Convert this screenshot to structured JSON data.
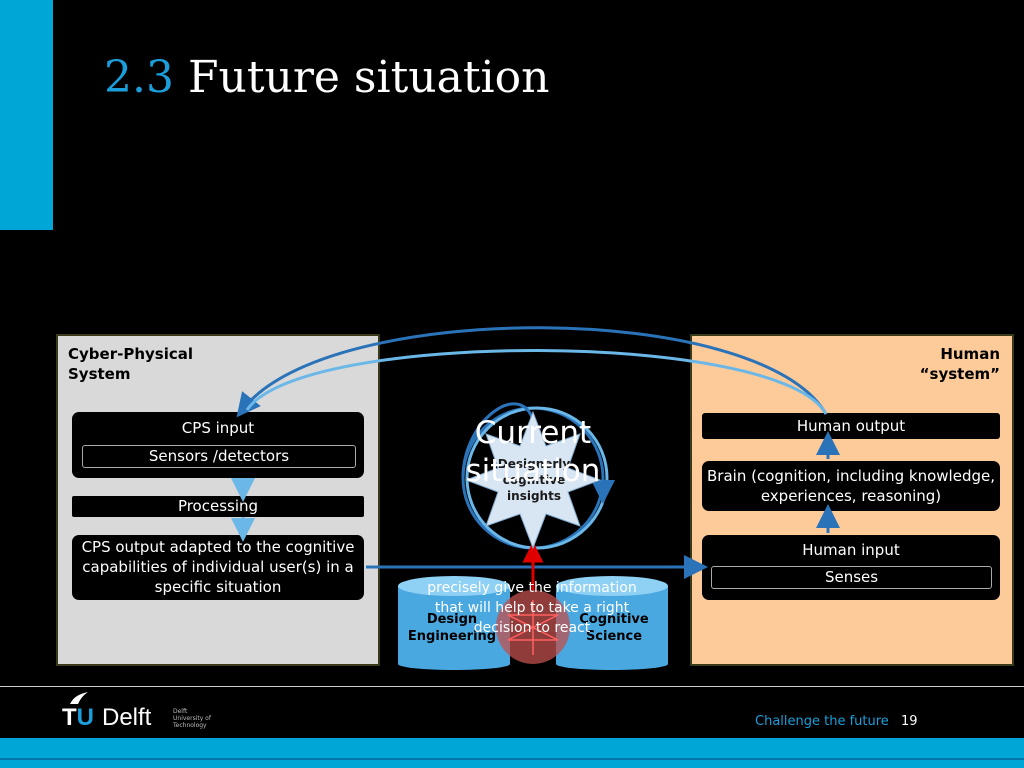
{
  "slide": {
    "number_prefix": "2.3",
    "title": "Future situation",
    "page_number": "19",
    "footer": "Challenge the future"
  },
  "left_panel": {
    "title_line1": "Cyber-Physical",
    "title_line2": "System",
    "cps_input": "CPS input",
    "sensors": "Sensors /detectors",
    "processing": "Processing",
    "cps_output": "CPS output adapted to the cognitive capabilities of individual user(s) in a specific situation"
  },
  "right_panel": {
    "title_line1": "Human",
    "title_line2": "“system”",
    "human_output": "Human output",
    "brain": "Brain (cognition, including knowledge, experiences, reasoning)",
    "human_input": "Human input",
    "senses": "Senses"
  },
  "center": {
    "star_label": "Designerly cognitive insights",
    "current_situation": "Current situation",
    "overlay_text": "precisely give the information that will help to take a right decision to react",
    "cyl_design": "Design Engineering",
    "cyl_cognitive": "Cognitive Science"
  },
  "logo": {
    "tu": "TU",
    "delft": "Delft",
    "small_line1": "Delft",
    "small_line2": "University of",
    "small_line3": "Technology"
  },
  "colors": {
    "accent": "#00a6d6",
    "title_num": "#1a9fdb",
    "left_panel_bg": "#d9d9d9",
    "right_panel_bg": "#fdcb9a",
    "arrow_dark": "#2b73b8",
    "arrow_light": "#6ab7e8"
  }
}
